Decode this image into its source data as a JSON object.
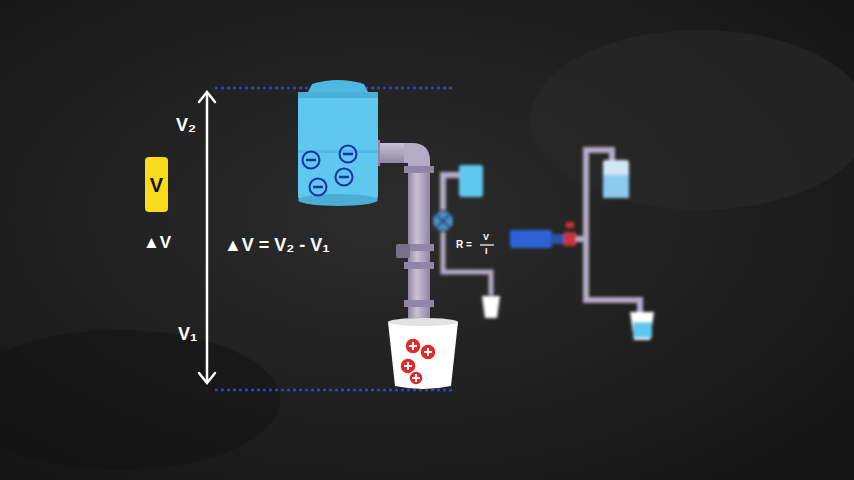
{
  "diagram": {
    "nodes": [
      {
        "text": [
          "V"
        ]
      }
    ],
    "labels": [
      "V₂",
      "▲V",
      "▲V = V₂ - V₁",
      "V₁",
      "R =",
      "V",
      "I"
    ]
  }
}
